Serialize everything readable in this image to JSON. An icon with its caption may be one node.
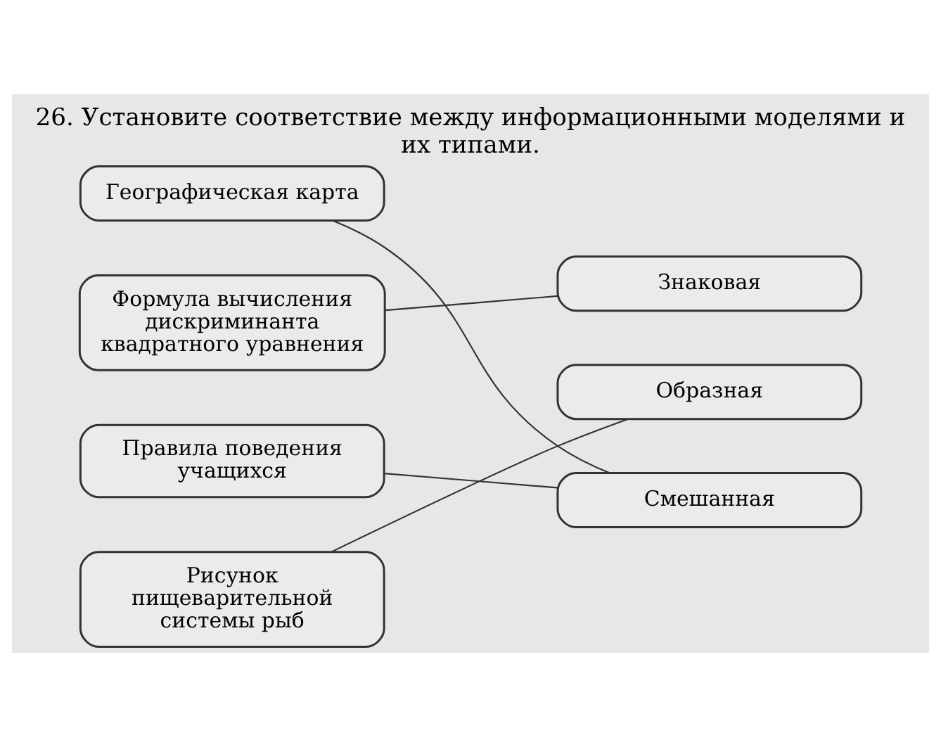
{
  "diagram": {
    "title": "26. Установите соответствие между информационными моделями и их типами.",
    "nodes": [
      {
        "text": [
          "Географическая карта"
        ]
      },
      {
        "text": [
          "Формула вычисления дискриминанта квадратного уравнения"
        ]
      },
      {
        "text": [
          "Правила поведения учащихся"
        ]
      },
      {
        "text": [
          "Рисунок пищеварительной системы рыб"
        ]
      },
      {
        "text": [
          "Знаковая"
        ]
      },
      {
        "text": [
          "Образная"
        ]
      },
      {
        "text": [
          "Смешанная"
        ]
      }
    ],
    "edges": [
      {
        "from": 0,
        "to": 6,
        "arrow": "none"
      },
      {
        "from": 1,
        "to": 4,
        "arrow": "none"
      },
      {
        "from": 2,
        "to": 6,
        "arrow": "none"
      },
      {
        "from": 3,
        "to": 5,
        "arrow": "none"
      }
    ]
  }
}
